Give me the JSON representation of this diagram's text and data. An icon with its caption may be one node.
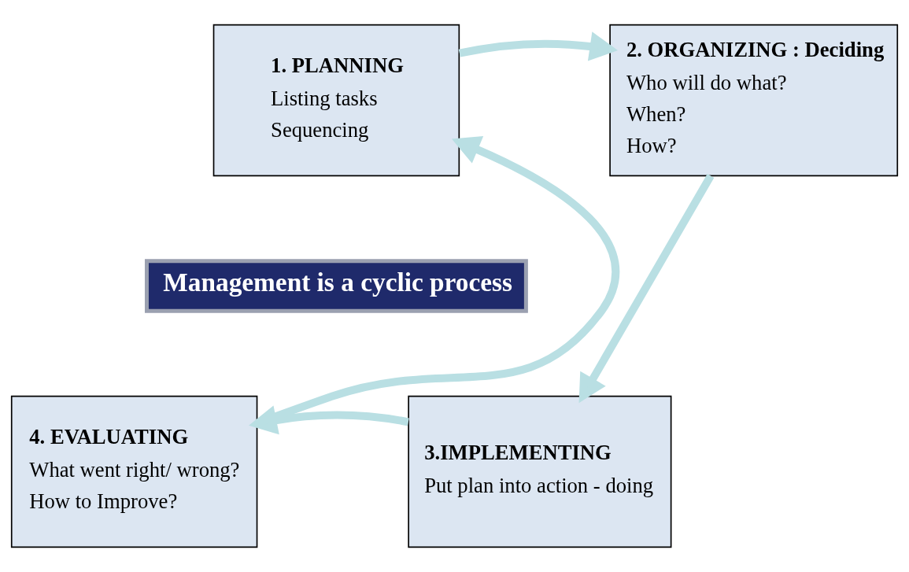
{
  "diagram": {
    "nodes": [
      {
        "text": [
          "Management is a cyclic process"
        ]
      },
      {
        "text": [
          "1. PLANNING",
          "Listing tasks",
          "Sequencing"
        ]
      },
      {
        "text": [
          "2. ORGANIZING : Deciding",
          "Who will do what?",
          "When?",
          "How?"
        ]
      },
      {
        "text": [
          "3.IMPLEMENTING",
          "Put plan into action - doing"
        ]
      },
      {
        "text": [
          "4. EVALUATING",
          "What went right/ wrong?",
          "How to Improve?"
        ]
      }
    ],
    "edges": [
      {
        "from": 1,
        "to": 2,
        "arrow": "to"
      },
      {
        "from": 2,
        "to": 3,
        "arrow": "to"
      },
      {
        "from": 3,
        "to": 4,
        "arrow": "to"
      },
      {
        "from": 4,
        "to": 1,
        "arrow": "to"
      }
    ]
  }
}
